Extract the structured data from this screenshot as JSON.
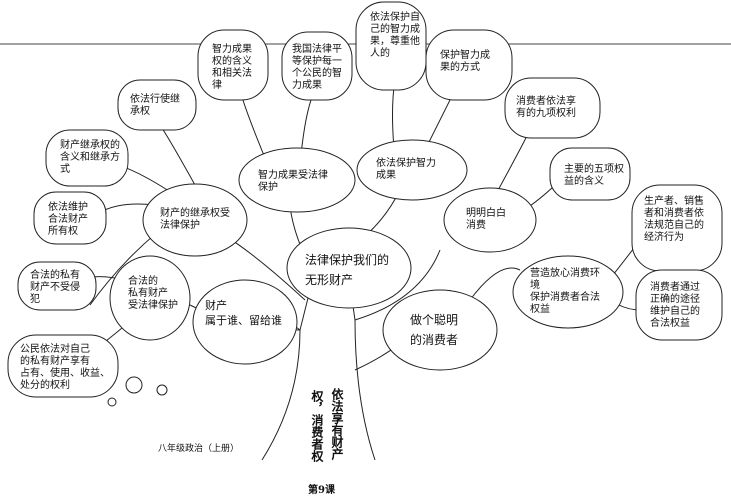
{
  "trunk": {
    "label_right": "依法享有财产",
    "label_left": "权，消费者权"
  },
  "footer": {
    "book": "八年级政治（上册）",
    "lesson": "第9课"
  },
  "branches": {
    "center": "法律保护我们的\n无形财产",
    "property_owner": "财产\n属于谁、留给谁",
    "smart_consumer": "做个聪明\n的消费者",
    "inheritance": "财产的继承权受\n法律保护",
    "private_property": "合法的\n私有财产\n受法律保护",
    "ip_protected": "智力成果受法律\n保护",
    "protect_ip": "依法保护智力\n成果",
    "clear_consumer": "明明白白\n消费",
    "safe_consumer": "营造放心消费环\n境\n保护消费者合法\n权益"
  },
  "leaves": {
    "civic_rights": "公民依法对自己\n的私有财产享有\n占有、使用、收益、\n处分的权利",
    "private_not_violated": "合法的私有\n财产不受侵\n犯",
    "legal_property": "依法维护\n合法财产\n所有权",
    "inheritance_meaning": "财产继承权的\n含义和继承方\n式",
    "exercise_inheritance": "依法行使继\n承权",
    "ip_meaning": "智力成果\n权的含义\n和相关法\n律",
    "equal_protection": "我国法律平\n等保护每一\n个公民的智\n力成果",
    "respect_others": "依法保护自\n己的智力成\n果，尊重他\n人的",
    "ways_protect": "保护智力成\n果的方式",
    "nine_rights": "消费者依法享\n有的九项权利",
    "five_rights": "主要的五项权\n益的含义",
    "regulate": "生产者、销售\n者和消费者依\n法规范自己的\n经济行为",
    "channels": "消费者通过\n正确的途径\n维护自己的\n合法权益"
  }
}
